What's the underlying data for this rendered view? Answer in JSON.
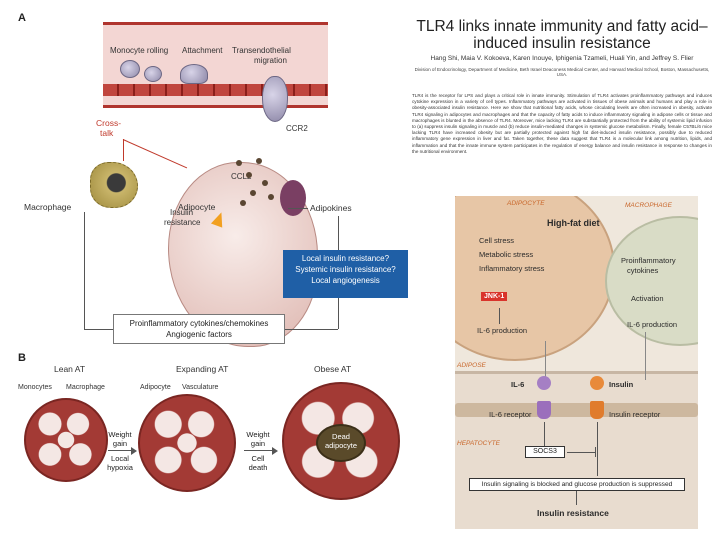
{
  "panelA": {
    "letter": "A",
    "labels": {
      "monocyte_rolling": "Monocyte rolling",
      "attachment": "Attachment",
      "transendothelial": "Transendothelial",
      "migration": "migration",
      "cross": "Cross-",
      "talk": "talk",
      "ccr2": "CCR2",
      "ccl2": "CCL2",
      "macrophage": "Macrophage",
      "adipocyte": "Adipocyte",
      "insulin": "Insulin",
      "resistance": "resistance",
      "adipokines": "Adipokines"
    },
    "blue_box": [
      "Local insulin resistance?",
      "Systemic insulin resistance?",
      "Local angiogenesis"
    ],
    "white_box": [
      "Proinflammatory cytokines/chemokines",
      "Angiogenic factors"
    ]
  },
  "panelB": {
    "letter": "B",
    "stages": [
      "Lean AT",
      "Expanding AT",
      "Obese AT"
    ],
    "labels": {
      "monocytes": "Monocytes",
      "macrophage": "Macrophage",
      "adipocyte": "Adipocyte",
      "vasculature": "Vasculature",
      "dead1": "Dead",
      "dead2": "adipocyte"
    },
    "arrow1": [
      "Weight",
      "gain"
    ],
    "arrow1_below": [
      "Local",
      "hypoxia"
    ],
    "arrow2": [
      "Weight",
      "gain"
    ],
    "arrow2_below": [
      "Cell",
      "death"
    ]
  },
  "article": {
    "title_line1": "TLR4 links innate immunity and fatty acid–",
    "title_line2": "induced insulin resistance",
    "authors": "Hang Shi, Maia V. Kokoeva, Karen Inouye, Iphigenia Tzameli, Huali Yin, and Jeffrey S. Flier",
    "affiliation": "Division of Endocrinology, Department of Medicine, Beth Israel Deaconess Medical Center, and Harvard Medical School, Boston, Massachusetts, USA.",
    "abstract": "TLR4 is the receptor for LPS and plays a critical role in innate immunity. Stimulation of TLR4 activates proinflammatory pathways and induces cytokine expression in a variety of cell types. Inflammatory pathways are activated in tissues of obese animals and humans and play a role in obesity-associated insulin resistance. Here we show that nutritional fatty acids, whose circulating levels are often increased in obesity, activate TLR4 signaling in adipocytes and macrophages and that the capacity of fatty acids to induce inflammatory signaling in adipose cells or tissue and macrophages is blunted in the absence of TLR4. Moreover, mice lacking TLR4 are substantially protected from the ability of systemic lipid infusion to (a) suppress insulin signaling in muscle and (b) reduce insulin-mediated changes in systemic glucose metabolism. Finally, female C57BL/6 mice lacking TLR4 have increased obesity but are partially protected against high fat diet-induced insulin resistance, possibly due to reduced inflammatory gene expression in liver and fat. Taken together, these data suggest that TLR4 is a molecular link among nutrition, lipids, and inflammation and that the innate immune system participates in the regulation of energy balance and insulin resistance in response to changes in the nutritional environment."
  },
  "fig2": {
    "adipocyte_tag": "ADIPOCYTE",
    "macrophage_tag": "MACROPHAGE",
    "adipose_tag": "ADIPOSE",
    "hepatocyte_tag": "HEPATOCYTE",
    "high_fat_diet": "High-fat diet",
    "stress1": "Cell stress",
    "stress2": "Metabolic stress",
    "stress3": "Inflammatory stress",
    "jnk": "JNK-1",
    "il6_production_left": "IL-6 production",
    "proinflammatory": "Proinflammatory",
    "cytokines": "cytokines",
    "activation": "Activation",
    "il6_production_right": "IL-6 production",
    "il6": "IL-6",
    "insulin": "Insulin",
    "il6_receptor": "IL-6 receptor",
    "insulin_receptor": "Insulin receptor",
    "socs3": "SOCS3",
    "blocked": "Insulin signaling is blocked and glucose production is suppressed",
    "insulin_resistance": "Insulin resistance"
  }
}
